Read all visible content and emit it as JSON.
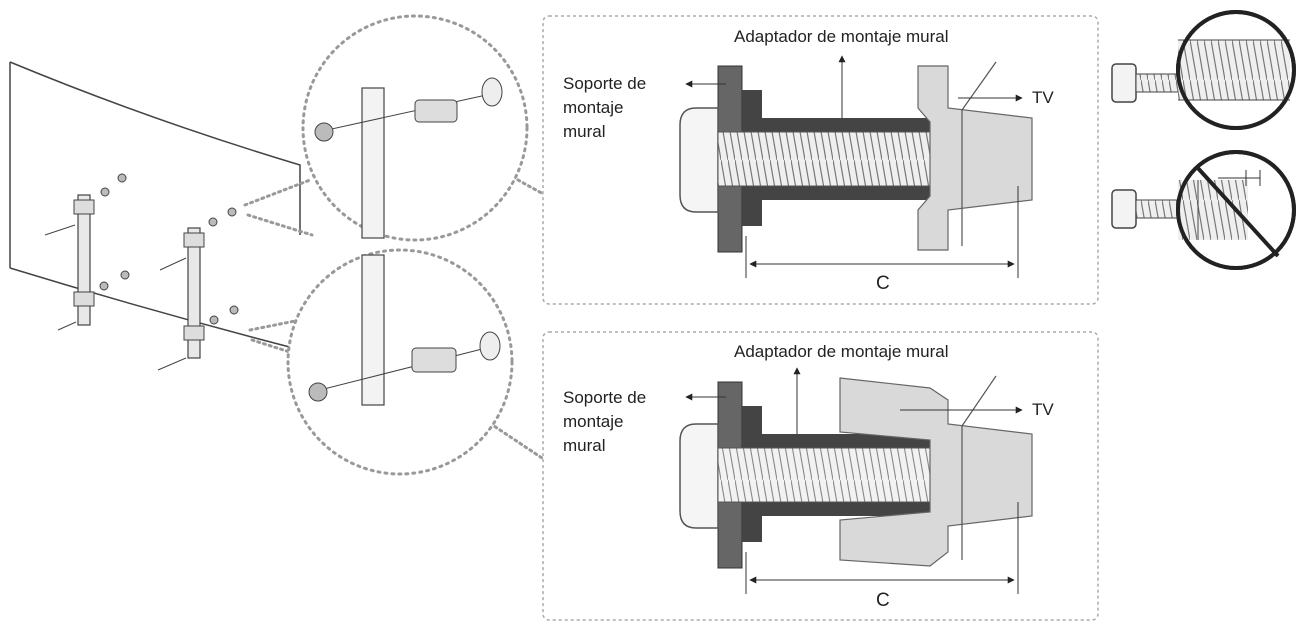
{
  "diagram": {
    "top_detail": {
      "label_adapter": "Adaptador de montaje mural",
      "label_bracket_lines": [
        "Soporte de",
        "montaje",
        "mural"
      ],
      "label_tv": "TV",
      "dimension": "C"
    },
    "bottom_detail": {
      "label_adapter": "Adaptador de montaje mural",
      "label_bracket_lines": [
        "Soporte de",
        "montaje",
        "mural"
      ],
      "label_tv": "TV",
      "dimension": "C"
    },
    "screw_examples": [
      {
        "state": "correct"
      },
      {
        "state": "incorrect"
      }
    ]
  }
}
